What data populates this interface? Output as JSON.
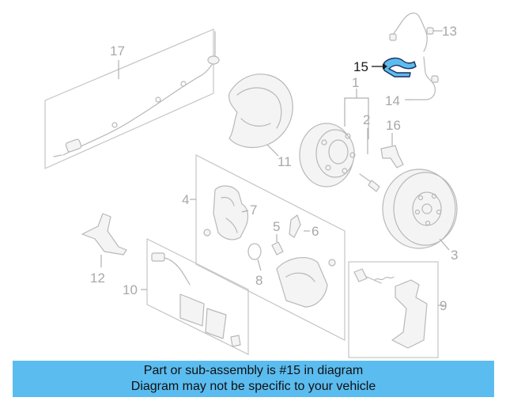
{
  "callouts": {
    "c1": "1",
    "c2": "2",
    "c3": "3",
    "c4": "4",
    "c5": "5",
    "c6": "6",
    "c7": "7",
    "c8": "8",
    "c9": "9",
    "c10": "10",
    "c11": "11",
    "c12": "12",
    "c13": "13",
    "c14": "14",
    "c15": "15",
    "c16": "16",
    "c17": "17"
  },
  "highlighted_part": "15",
  "colors": {
    "highlight": "#5bbcf0",
    "outline": "#1d2f5a",
    "linework": "#b8b8b8",
    "banner": "#5bbcf0"
  },
  "banner": {
    "line1": "Part or sub-assembly is #15 in diagram",
    "line2": "Diagram may not be specific to your vehicle"
  }
}
